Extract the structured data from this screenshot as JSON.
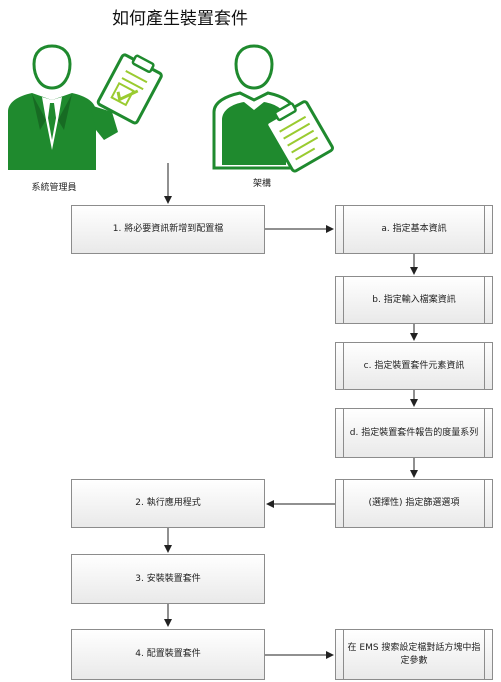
{
  "title": "如何產生裝置套件",
  "roles": {
    "admin": {
      "label": "系統管理員",
      "icon": "administrator-icon"
    },
    "architect": {
      "label": "架構",
      "icon": "architect-icon"
    }
  },
  "steps": {
    "step1": "1. 將必要資訊新增到配置檔",
    "step2": "2. 執行應用程式",
    "step3": "3. 安裝裝置套件",
    "step4": "4. 配置裝置套件"
  },
  "substeps": {
    "a": "a. 指定基本資訊",
    "b": "b. 指定輸入檔案資訊",
    "c": "c. 指定裝置套件元素資訊",
    "d": "d. 指定裝置套件報告的度量系列",
    "e": "(選擇性) 指定篩選選項",
    "f": "在 EMS 搜索設定檔對話方塊中指定參數"
  },
  "colors": {
    "green": "#1f8a2e",
    "lime": "#9acb30",
    "box_border": "#8c8c8c"
  }
}
